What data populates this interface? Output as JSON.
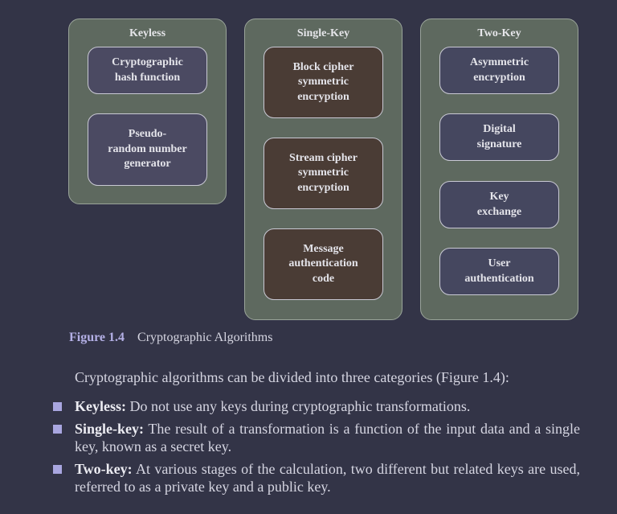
{
  "figure": {
    "columns": [
      {
        "title": "Keyless",
        "items": [
          "Cryptographic\nhash function",
          "Pseudo-\nrandom number\ngenerator"
        ]
      },
      {
        "title": "Single-Key",
        "items": [
          "Block cipher\nsymmetric\nencryption",
          "Stream cipher\nsymmetric\nencryption",
          "Message\nauthentication\ncode"
        ]
      },
      {
        "title": "Two-Key",
        "items": [
          "Asymmetric\nencryption",
          "Digital\nsignature",
          "Key\nexchange",
          "User\nauthentication"
        ]
      }
    ],
    "caption_number": "Figure 1.4",
    "caption_text": "Cryptographic Algorithms"
  },
  "body": {
    "intro": "Cryptographic algorithms can be divided into three categories (Figure 1.4):",
    "bullets": [
      {
        "term": "Keyless:",
        "text": " Do not use any keys during cryptographic transformations."
      },
      {
        "term": "Single-key:",
        "text": " The result of a transformation is a function of the input data and a single key, known as a secret key."
      },
      {
        "term": "Two-key:",
        "text": " At various stages of the calculation, two different but related keys are used, referred to as a private key and a public key."
      }
    ]
  }
}
